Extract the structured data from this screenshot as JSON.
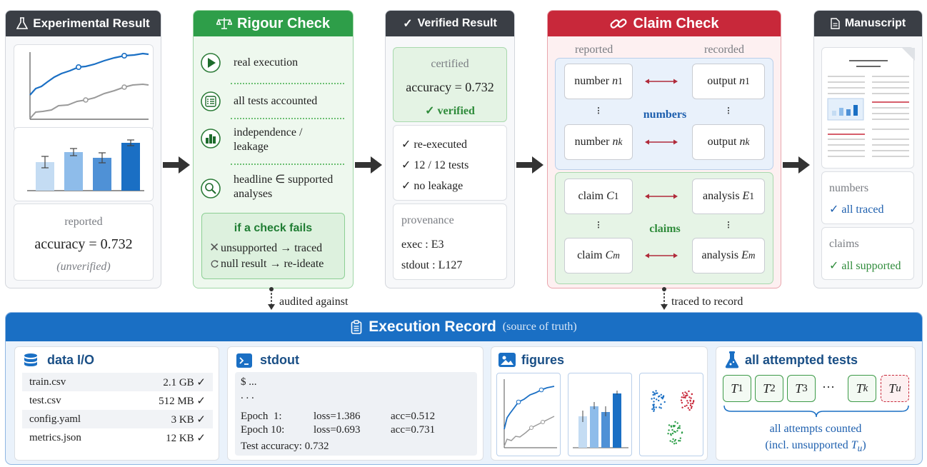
{
  "experimental": {
    "title": "Experimental Result",
    "reported_label": "reported",
    "accuracy": "accuracy = 0.732",
    "status": "(unverified)"
  },
  "rigour": {
    "title": "Rigour Check",
    "items": [
      "real execution",
      "all tests accounted",
      "independence / leakage",
      "headline ∈ supported analyses"
    ],
    "fail_title": "if a check fails",
    "fail_1": "unsupported → traced",
    "fail_2": "null result → re-ideate"
  },
  "verified": {
    "title": "Verified Result",
    "certified_label": "certified",
    "accuracy": "accuracy = 0.732",
    "verified_label": "✓ verified",
    "checks": [
      "✓ re-executed",
      "✓ 12 / 12 tests",
      "✓ no leakage"
    ],
    "provenance_label": "provenance",
    "prov_exec": "exec : E3",
    "prov_stdout": "stdout : L127"
  },
  "claim": {
    "title": "Claim Check",
    "reported_label": "reported",
    "recorded_label": "recorded",
    "numbers_label": "numbers",
    "claims_label": "claims",
    "number_1": "number",
    "output_1": "output",
    "claim_word": "claim",
    "analysis_word": "analysis",
    "n1": "n",
    "sub_1": "1",
    "sub_k": "k",
    "sub_m": "m",
    "C": "C",
    "E": "E"
  },
  "manuscript": {
    "title": "Manuscript",
    "numbers_label": "numbers",
    "numbers_status": "✓ all traced",
    "claims_label": "claims",
    "claims_status": "✓ all supported"
  },
  "connectors": {
    "audited": "audited against",
    "traced": "traced to record"
  },
  "record": {
    "title": "Execution Record",
    "subtitle": "(source of truth)",
    "dataio": {
      "title": "data I/O",
      "files": [
        {
          "name": "train.csv",
          "size": "2.1 GB ✓"
        },
        {
          "name": "test.csv",
          "size": "512 MB ✓"
        },
        {
          "name": "config.yaml",
          "size": "3 KB ✓"
        },
        {
          "name": "metrics.json",
          "size": "12 KB ✓"
        }
      ]
    },
    "stdout": {
      "title": "stdout",
      "line1": "$ ...",
      "line2": ". . .",
      "e1_a": "Epoch  1:",
      "e1_b": "loss=1.386",
      "e1_c": "acc=0.512",
      "e10_a": "Epoch 10:",
      "e10_b": "loss=0.693",
      "e10_c": "acc=0.731",
      "last": "Test accuracy: 0.732"
    },
    "figures": {
      "title": "figures"
    },
    "tests": {
      "title": "all attempted tests",
      "T": "T",
      "s1": "1",
      "s2": "2",
      "s3": "3",
      "sk": "k",
      "su": "u",
      "ellipsis": "···",
      "caption1": "all attempts counted",
      "caption2": "(incl. unsupported",
      "caption2_end": ")"
    }
  },
  "colors": {
    "dark_header": "#3a3e45",
    "green": "#2e9e49",
    "red": "#c8283a",
    "blue": "#1a6fc4"
  }
}
